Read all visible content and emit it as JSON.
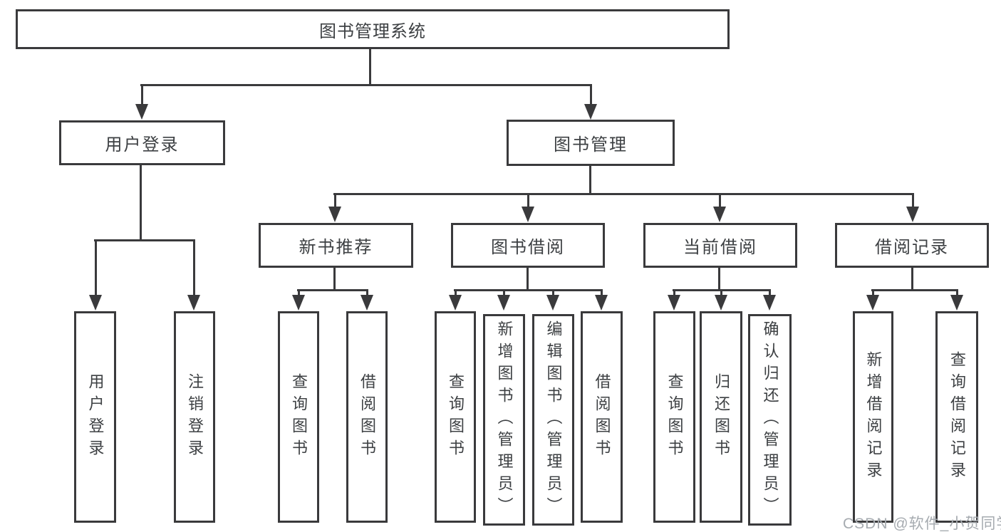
{
  "diagram": {
    "title": "图书管理系统",
    "nodes": [
      {
        "id": "root",
        "label": "图书管理系统",
        "level": 0
      },
      {
        "id": "user-login",
        "label": "用户登录",
        "level": 1
      },
      {
        "id": "book-mgmt",
        "label": "图书管理",
        "level": 1
      },
      {
        "id": "new-book-rec",
        "label": "新书推荐",
        "level": 2
      },
      {
        "id": "book-borrow",
        "label": "图书借阅",
        "level": 2
      },
      {
        "id": "current-borrow",
        "label": "当前借阅",
        "level": 2
      },
      {
        "id": "borrow-records",
        "label": "借阅记录",
        "level": 2
      },
      {
        "id": "leaf-user-login",
        "label": "用户登录",
        "level": 3,
        "vertical": true
      },
      {
        "id": "leaf-logout",
        "label": "注销登录",
        "level": 3,
        "vertical": true
      },
      {
        "id": "leaf-nb-query",
        "label": "查询图书",
        "level": 3,
        "vertical": true
      },
      {
        "id": "leaf-nb-borrow",
        "label": "借阅图书",
        "level": 3,
        "vertical": true
      },
      {
        "id": "leaf-bb-query",
        "label": "查询图书",
        "level": 3,
        "vertical": true
      },
      {
        "id": "leaf-bb-add",
        "label": "新增图书（管理员）",
        "level": 3,
        "vertical": true
      },
      {
        "id": "leaf-bb-edit",
        "label": "编辑图书（管理员）",
        "level": 3,
        "vertical": true
      },
      {
        "id": "leaf-bb-borrow",
        "label": "借阅图书",
        "level": 3,
        "vertical": true
      },
      {
        "id": "leaf-cb-query",
        "label": "查询图书",
        "level": 3,
        "vertical": true
      },
      {
        "id": "leaf-cb-return",
        "label": "归还图书",
        "level": 3,
        "vertical": true
      },
      {
        "id": "leaf-cb-confirm",
        "label": "确认归还（管理员）",
        "level": 3,
        "vertical": true
      },
      {
        "id": "leaf-br-add",
        "label": "新增借阅记录",
        "level": 3,
        "vertical": true
      },
      {
        "id": "leaf-br-query",
        "label": "查询借阅记录",
        "level": 3,
        "vertical": true
      }
    ],
    "edges": [
      {
        "from": "root",
        "to": [
          "user-login",
          "book-mgmt"
        ]
      },
      {
        "from": "user-login",
        "to": [
          "leaf-user-login",
          "leaf-logout"
        ]
      },
      {
        "from": "book-mgmt",
        "to": [
          "new-book-rec",
          "book-borrow",
          "current-borrow",
          "borrow-records"
        ]
      },
      {
        "from": "new-book-rec",
        "to": [
          "leaf-nb-query",
          "leaf-nb-borrow"
        ]
      },
      {
        "from": "book-borrow",
        "to": [
          "leaf-bb-query",
          "leaf-bb-add",
          "leaf-bb-edit",
          "leaf-bb-borrow"
        ]
      },
      {
        "from": "current-borrow",
        "to": [
          "leaf-cb-query",
          "leaf-cb-return",
          "leaf-cb-confirm"
        ]
      },
      {
        "from": "borrow-records",
        "to": [
          "leaf-br-add",
          "leaf-br-query"
        ]
      }
    ]
  },
  "watermark": {
    "text": "CSDN @软件_小贺同学"
  },
  "colors": {
    "line": "#3a3a3c",
    "text": "#3d4043",
    "watermark": "#a6abb0",
    "background": "#ffffff"
  }
}
